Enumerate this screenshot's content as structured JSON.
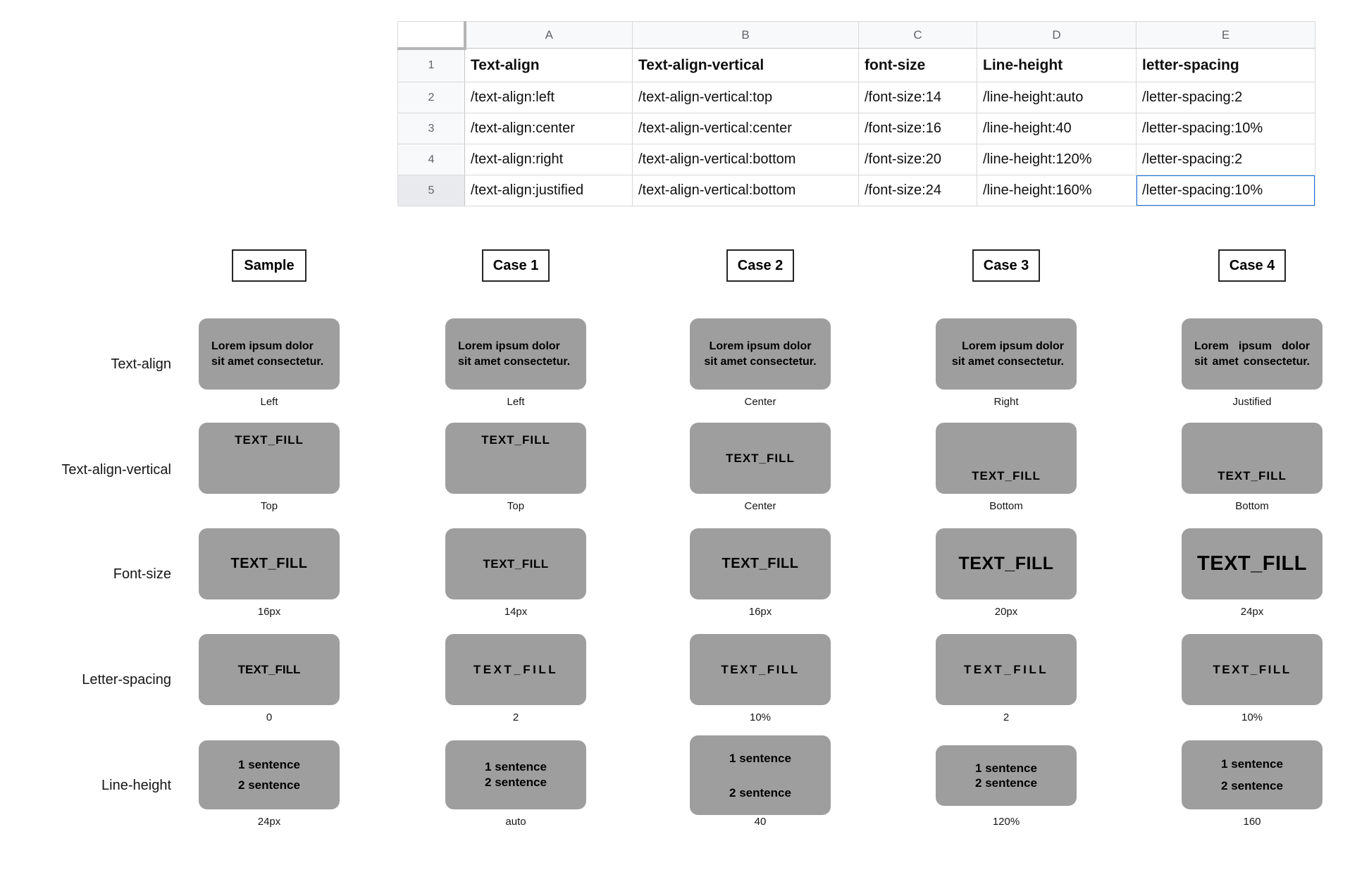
{
  "sheet": {
    "cols": [
      "A",
      "B",
      "C",
      "D",
      "E"
    ],
    "rows": [
      {
        "n": "1",
        "c": [
          "Text-align",
          "Text-align-vertical",
          "font-size",
          "Line-height",
          "letter-spacing"
        ]
      },
      {
        "n": "2",
        "c": [
          "/text-align:left",
          "/text-align-vertical:top",
          "/font-size:14",
          "/line-height:auto",
          "/letter-spacing:2"
        ]
      },
      {
        "n": "3",
        "c": [
          "/text-align:center",
          "/text-align-vertical:center",
          "/font-size:16",
          "/line-height:40",
          "/letter-spacing:10%"
        ]
      },
      {
        "n": "4",
        "c": [
          "/text-align:right",
          "/text-align-vertical:bottom",
          "/font-size:20",
          "/line-height:120%",
          "/letter-spacing:2"
        ]
      },
      {
        "n": "5",
        "c": [
          "/text-align:justified",
          "/text-align-vertical:bottom",
          "/font-size:24",
          "/line-height:160%",
          "/letter-spacing:10%"
        ]
      }
    ]
  },
  "matrix": {
    "headers": [
      "Sample",
      "Case 1",
      "Case 2",
      "Case 3",
      "Case 4"
    ],
    "row_labels": [
      "Text-align",
      "Text-align-vertical",
      "Font-size",
      "Letter-spacing",
      "Line-height"
    ],
    "lorem": "Lorem ipsum dolor sit amet consectetur.",
    "fill": "TEXT_FILL",
    "line1": "1 sentence",
    "line2": "2 sentence",
    "captions": {
      "text_align": [
        "Left",
        "Left",
        "Center",
        "Right",
        "Justified"
      ],
      "vertical": [
        "Top",
        "Top",
        "Center",
        "Bottom",
        "Bottom"
      ],
      "font_size": [
        "16px",
        "14px",
        "16px",
        "20px",
        "24px"
      ],
      "letter_spacing": [
        "0",
        "2",
        "10%",
        "2",
        "10%"
      ],
      "line_height": [
        "24px",
        "auto",
        "40",
        "120%",
        "160"
      ]
    }
  },
  "colors": {
    "box_gray": "#9e9e9e",
    "selection_blue": "#1a73e8",
    "header_bg": "#f8f9fa",
    "grid_line": "#d9d9d9"
  }
}
